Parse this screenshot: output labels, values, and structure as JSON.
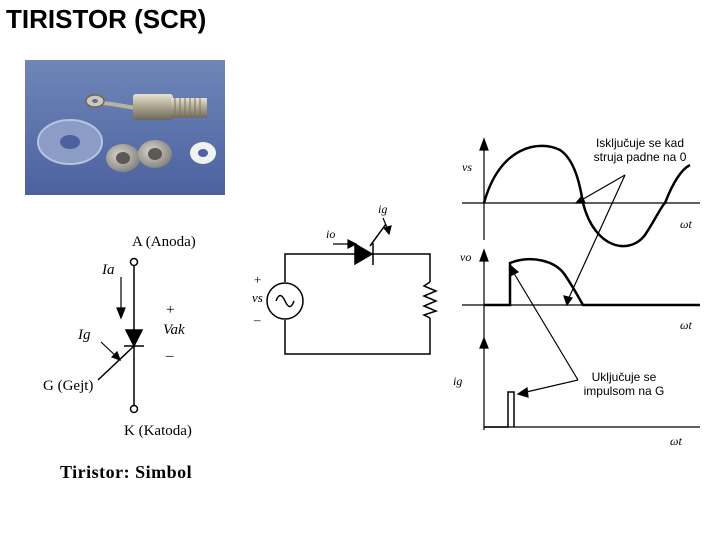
{
  "title": "TIRISTOR (SCR)",
  "photo": {
    "name": "thyristor-device-photo"
  },
  "symbol": {
    "anode_label": "A (Anoda)",
    "cathode_label": "K (Katoda)",
    "gate_label": "G (Gejt)",
    "ia_label": "Ia",
    "ig_label": "Ig",
    "vak_plus": "+",
    "vak_label": "Vak",
    "vak_minus": "–",
    "caption": "Tiristor: Simbol"
  },
  "circuit": {
    "source_plus": "+",
    "source_label": "vs",
    "source_minus": "–",
    "io_label": "io",
    "ig_label": "ig"
  },
  "waveforms": {
    "vs_label": "vs",
    "vo_label": "vo",
    "ig_label": "ig",
    "wt_label": "ωt",
    "note_off": "Isključuje se kad struja padne na 0",
    "note_on": "Uključuje se impulsom na G"
  }
}
